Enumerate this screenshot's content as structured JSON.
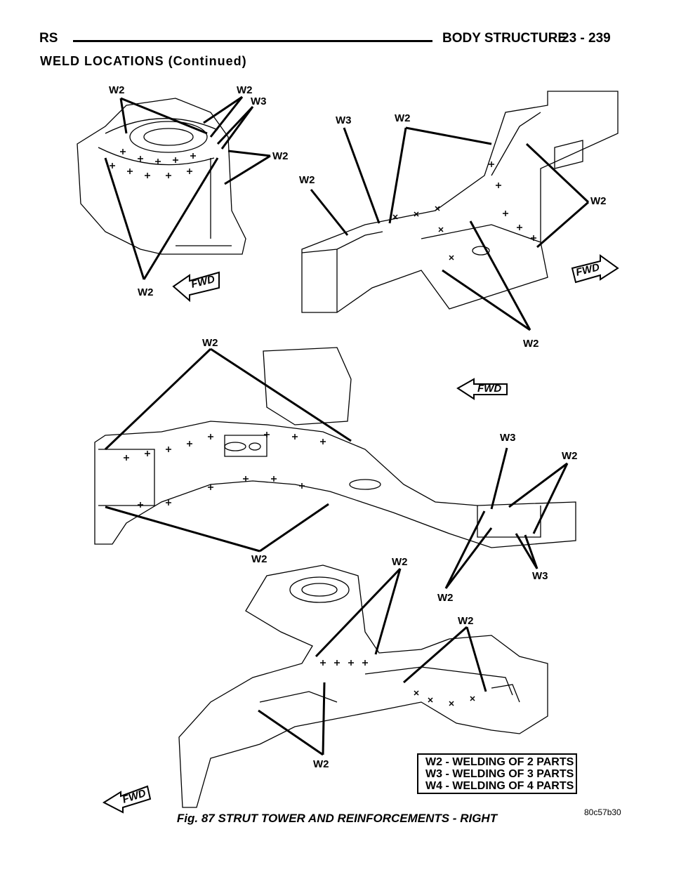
{
  "header": {
    "left": "RS",
    "section": "BODY STRUCTURE",
    "page": "23 - 239"
  },
  "subtitle": "WELD LOCATIONS (Continued)",
  "figure": {
    "caption": "Fig. 87 STRUT TOWER AND REINFORCEMENTS - RIGHT",
    "code": "80c57b30",
    "legend": [
      "W2 - WELDING OF 2 PARTS",
      "W3 - WELDING OF 3 PARTS",
      "W4 - WELDING OF 4 PARTS"
    ],
    "fwd_label": "FWD",
    "callouts": {
      "w2": "W2",
      "w3": "W3"
    }
  }
}
